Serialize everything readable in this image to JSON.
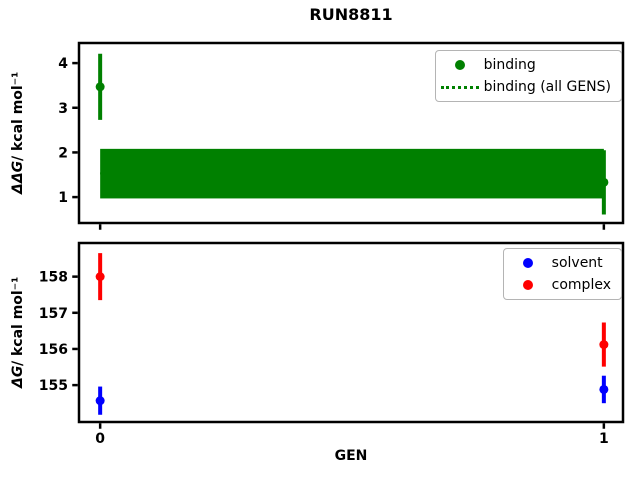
{
  "figure": {
    "background": "#ffffff",
    "accent_colors": {
      "binding": "#008000",
      "solvent": "#0000ff",
      "complex": "#ff0000"
    }
  },
  "chart_data": [
    {
      "type": "scatter",
      "title": "RUN8811",
      "ylabel": "ΔΔG / kcal mol⁻¹",
      "ylabel_math": "ΔΔG",
      "ylabel_unit": " / kcal mol⁻¹",
      "xlabel": "",
      "x": [
        0,
        1
      ],
      "xticks": [
        0,
        1
      ],
      "xticklabels": [
        "",
        ""
      ],
      "yticks": [
        1,
        2,
        3,
        4
      ],
      "yticklabels": [
        "1",
        "2",
        "3",
        "4"
      ],
      "xlim": [
        -0.042,
        1.038
      ],
      "ylim": [
        0.42,
        4.45
      ],
      "grid": false,
      "series": [
        {
          "name": "binding",
          "color": "#008000",
          "marker": "circle",
          "values": [
            3.47,
            1.33
          ],
          "yerr": [
            0.74,
            0.72
          ]
        }
      ],
      "band": {
        "name": "binding (all GENS)",
        "color": "#008000",
        "x": [
          0,
          1
        ],
        "low": 0.97,
        "high": 2.08,
        "mean": 1.53,
        "line_style": "dotted"
      },
      "legend_location": "upper right",
      "legend_items": [
        {
          "label": "binding",
          "marker": "dot",
          "color": "#008000"
        },
        {
          "label": "binding (all GENS)",
          "marker": "dotted-line",
          "color": "#008000"
        }
      ]
    },
    {
      "type": "scatter",
      "title": "",
      "ylabel": "ΔG / kcal mol⁻¹",
      "ylabel_math": "ΔG",
      "ylabel_unit": " / kcal mol⁻¹",
      "xlabel": "GEN",
      "x": [
        0,
        1
      ],
      "xticks": [
        0,
        1
      ],
      "xticklabels": [
        "0",
        "1"
      ],
      "yticks": [
        155,
        156,
        157,
        158
      ],
      "yticklabels": [
        "155",
        "156",
        "157",
        "158"
      ],
      "xlim": [
        -0.042,
        1.038
      ],
      "ylim": [
        153.98,
        158.93
      ],
      "grid": false,
      "series": [
        {
          "name": "solvent",
          "color": "#0000ff",
          "marker": "circle",
          "values": [
            154.57,
            154.88
          ],
          "yerr": [
            0.39,
            0.38
          ]
        },
        {
          "name": "complex",
          "color": "#ff0000",
          "marker": "circle",
          "values": [
            158.0,
            156.12
          ],
          "yerr": [
            0.65,
            0.61
          ]
        }
      ],
      "legend_location": "upper right",
      "legend_items": [
        {
          "label": "solvent",
          "marker": "dot",
          "color": "#0000ff"
        },
        {
          "label": "complex",
          "marker": "dot",
          "color": "#ff0000"
        }
      ]
    }
  ]
}
